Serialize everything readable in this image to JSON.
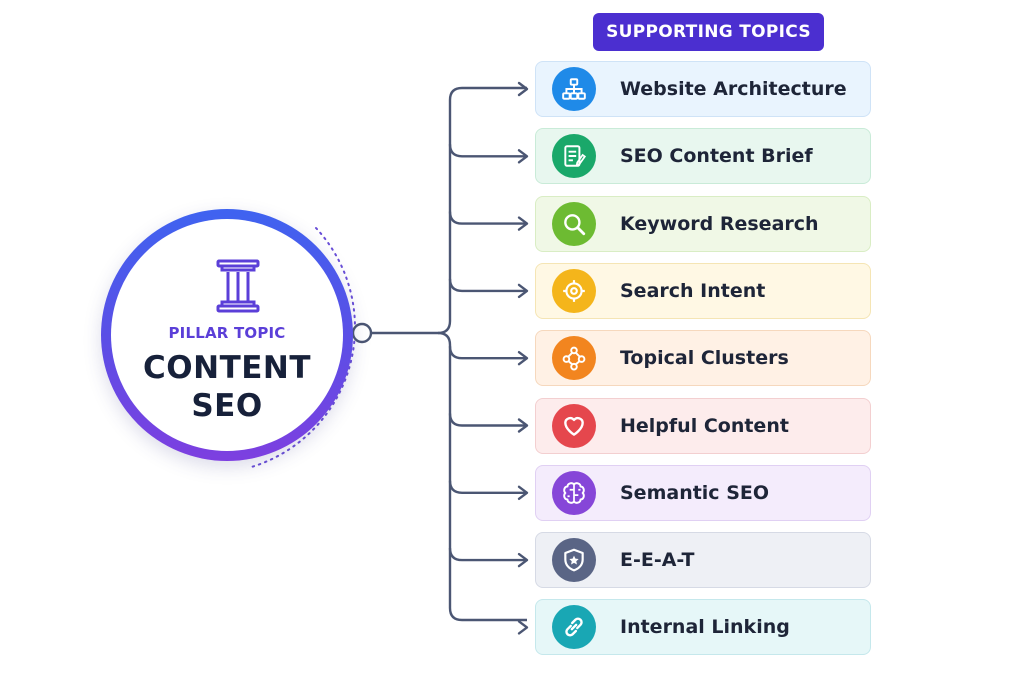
{
  "header": {
    "badge_label": "SUPPORTING TOPICS"
  },
  "pillar": {
    "icon": "pillar-column-icon",
    "label": "PILLAR TOPIC",
    "title": "CONTENT\nSEO"
  },
  "topics": [
    {
      "label": "Website Architecture",
      "icon": "sitemap-icon",
      "color": "#1f8ae8",
      "bg": "#e9f4fe",
      "border": "#cfe3f7"
    },
    {
      "label": "SEO Content Brief",
      "icon": "document-edit-icon",
      "color": "#1aa86a",
      "bg": "#e8f7ef",
      "border": "#c9ebd8"
    },
    {
      "label": "Keyword Research",
      "icon": "magnifier-icon",
      "color": "#6dbb32",
      "bg": "#f0f8e6",
      "border": "#d9edc4"
    },
    {
      "label": "Search Intent",
      "icon": "target-icon",
      "color": "#f4b51b",
      "bg": "#fff8e4",
      "border": "#f5e5b4"
    },
    {
      "label": "Topical Clusters",
      "icon": "cluster-nodes-icon",
      "color": "#f2851f",
      "bg": "#fff1e5",
      "border": "#f6d8bd"
    },
    {
      "label": "Helpful Content",
      "icon": "heart-icon",
      "color": "#e5474d",
      "bg": "#fdecec",
      "border": "#f3cfd0"
    },
    {
      "label": "Semantic SEO",
      "icon": "brain-icon",
      "color": "#8646d8",
      "bg": "#f4ecfc",
      "border": "#e0d0f3"
    },
    {
      "label": "E-E-A-T",
      "icon": "shield-star-icon",
      "color": "#5a6585",
      "bg": "#eef0f5",
      "border": "#d6dae5"
    },
    {
      "label": "Internal Linking",
      "icon": "link-chain-icon",
      "color": "#19a7b4",
      "bg": "#e6f7f8",
      "border": "#c5e8ec"
    }
  ],
  "colors": {
    "connector": "#4b5673",
    "badge": "#4b2fd0",
    "pillar_ring_start": "#3f63f0",
    "pillar_ring_end": "#7d3fe0"
  }
}
